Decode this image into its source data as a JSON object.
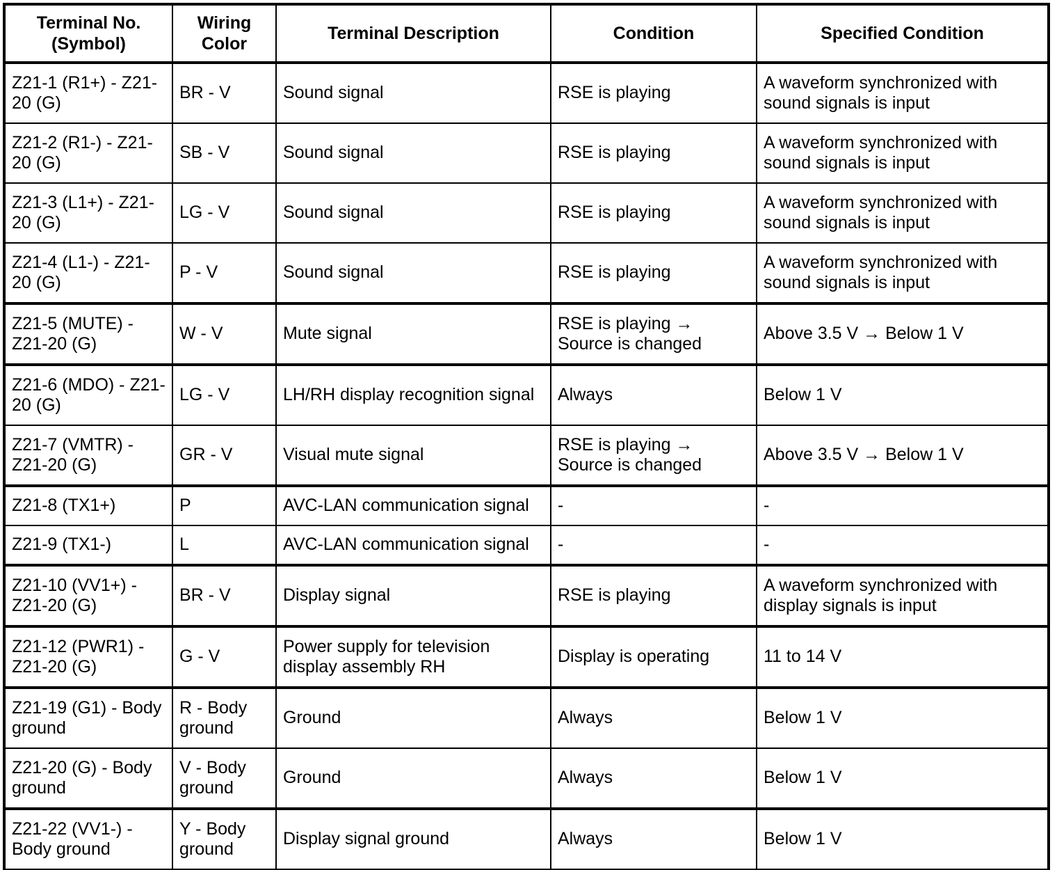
{
  "table": {
    "columns": [
      {
        "key": "terminal",
        "label": "Terminal No.\n(Symbol)",
        "line1": "Terminal No.",
        "line2": "(Symbol)"
      },
      {
        "key": "color",
        "label": "Wiring\nColor",
        "line1": "Wiring",
        "line2": "Color"
      },
      {
        "key": "description",
        "label": "Terminal Description",
        "line1": "Terminal Description",
        "line2": ""
      },
      {
        "key": "condition",
        "label": "Condition",
        "line1": "Condition",
        "line2": ""
      },
      {
        "key": "specified",
        "label": "Specified Condition",
        "line1": "Specified Condition",
        "line2": ""
      }
    ],
    "rows": [
      {
        "terminal": "Z21-1 (R1+) - Z21-20 (G)",
        "color": "BR - V",
        "description": "Sound signal",
        "condition": "RSE is playing",
        "specified": "A waveform synchronized with sound signals is input"
      },
      {
        "terminal": "Z21-2 (R1-) - Z21-20 (G)",
        "color": "SB - V",
        "description": "Sound signal",
        "condition": "RSE is playing",
        "specified": "A waveform synchronized with sound signals is input"
      },
      {
        "terminal": "Z21-3 (L1+) - Z21-20 (G)",
        "color": "LG - V",
        "description": "Sound signal",
        "condition": "RSE is playing",
        "specified": "A waveform synchronized with sound signals is input"
      },
      {
        "terminal": "Z21-4 (L1-) - Z21-20 (G)",
        "color": "P - V",
        "description": "Sound signal",
        "condition": "RSE is playing",
        "specified": "A waveform synchronized with sound signals is input"
      },
      {
        "terminal": "Z21-5 (MUTE) - Z21-20 (G)",
        "color": "W - V",
        "description": "Mute signal",
        "condition": "RSE is playing → Source is changed",
        "specified": "Above 3.5 V → Below 1 V"
      },
      {
        "terminal": "Z21-6 (MDO) - Z21-20 (G)",
        "color": "LG - V",
        "description": "LH/RH display recognition signal",
        "condition": "Always",
        "specified": "Below 1 V"
      },
      {
        "terminal": "Z21-7 (VMTR) - Z21-20 (G)",
        "color": "GR - V",
        "description": "Visual mute signal",
        "condition": "RSE is playing → Source is changed",
        "specified": "Above 3.5 V → Below 1 V"
      },
      {
        "terminal": "Z21-8 (TX1+)",
        "color": "P",
        "description": "AVC-LAN communication signal",
        "condition": "-",
        "specified": "-"
      },
      {
        "terminal": "Z21-9 (TX1-)",
        "color": "L",
        "description": "AVC-LAN communication signal",
        "condition": "-",
        "specified": "-"
      },
      {
        "terminal": "Z21-10 (VV1+) - Z21-20 (G)",
        "color": "BR - V",
        "description": "Display signal",
        "condition": "RSE is playing",
        "specified": "A waveform synchronized with display signals is input"
      },
      {
        "terminal": "Z21-12 (PWR1) - Z21-20 (G)",
        "color": "G - V",
        "description": "Power supply for television display assembly RH",
        "condition": "Display is operating",
        "specified": "11 to 14 V"
      },
      {
        "terminal": "Z21-19 (G1) - Body ground",
        "color": "R - Body ground",
        "description": "Ground",
        "condition": "Always",
        "specified": "Below 1 V"
      },
      {
        "terminal": "Z21-20 (G) - Body ground",
        "color": "V - Body ground",
        "description": "Ground",
        "condition": "Always",
        "specified": "Below 1 V"
      },
      {
        "terminal": "Z21-22 (VV1-) - Body ground",
        "color": "Y - Body ground",
        "description": "Display signal ground",
        "condition": "Always",
        "specified": "Below 1 V"
      }
    ]
  },
  "colors": {
    "border": "#000000",
    "text": "#000000",
    "background": "#ffffff"
  }
}
